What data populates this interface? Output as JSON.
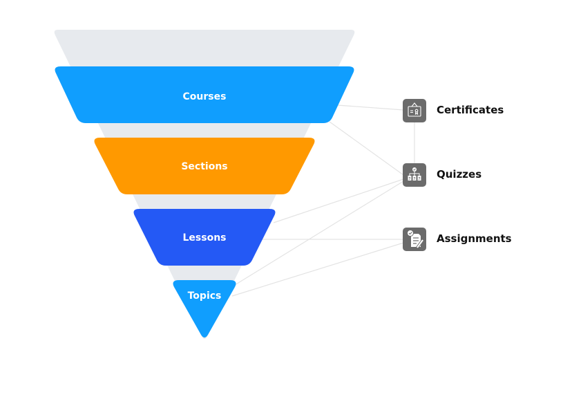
{
  "funnel": {
    "stages": [
      {
        "label": "Courses",
        "color": "#109efe"
      },
      {
        "label": "Sections",
        "color": "#ff9900"
      },
      {
        "label": "Lessons",
        "color": "#2459f5"
      },
      {
        "label": "Topics",
        "color": "#109efe"
      }
    ],
    "background_color": "#e7eaee"
  },
  "features": [
    {
      "label": "Certificates",
      "icon": "certificate-icon"
    },
    {
      "label": "Quizzes",
      "icon": "quiz-hierarchy-icon"
    },
    {
      "label": "Assignments",
      "icon": "assignment-icon"
    }
  ],
  "feature_icon_color": "#6b6b6b",
  "connections": [
    {
      "from": "Courses",
      "to": "Certificates"
    },
    {
      "from": "Courses",
      "to": "Quizzes"
    },
    {
      "from": "Certificates",
      "to": "Quizzes"
    },
    {
      "from": "Lessons",
      "to": "Quizzes"
    },
    {
      "from": "Lessons",
      "to": "Assignments"
    },
    {
      "from": "Topics",
      "to": "Quizzes"
    },
    {
      "from": "Topics",
      "to": "Assignments"
    }
  ]
}
